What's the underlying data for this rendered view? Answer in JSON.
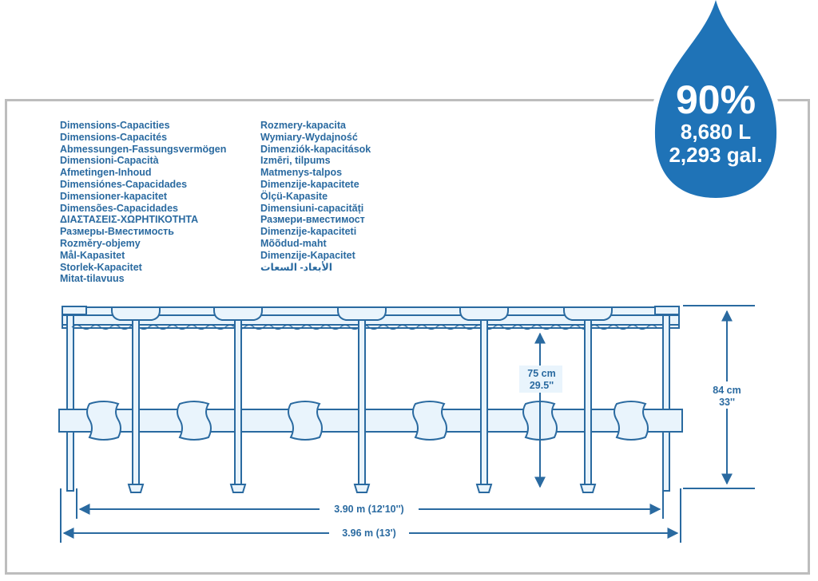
{
  "badge": {
    "percent": "90%",
    "liters": "8,680 L",
    "gallons": "2,293 gal."
  },
  "labels_left": [
    "Dimensions-Capacities",
    "Dimensions-Capacités",
    "Abmessungen-Fassungsvermögen",
    "Dimensioni-Capacità",
    "Afmetingen-Inhoud",
    "Dimensiónes-Capacidades",
    "Dimensioner-kapacitet",
    "Dimensões-Capacidades",
    "ΔΙΑΣΤΑΣΕΙΣ-ΧΩΡΗΤΙΚΟΤΗΤΑ",
    "Размеры-Вместимость",
    "Rozměry-objemy",
    "Mål-Kapasitet",
    "Storlek-Kapacitet",
    "Mitat-tilavuus"
  ],
  "labels_right": [
    "Rozmery-kapacita",
    "Wymiary-Wydajność",
    "Dimenziók-kapacitások",
    "Izmēri, tilpums",
    "Matmenys-talpos",
    "Dimenzije-kapacitete",
    "Ölçü-Kapasite",
    "Dimensiuni-capacități",
    "Размери-вместимост",
    "Dimenzije-kapaciteti",
    "Mõõdud-maht",
    "Dimenzije-Kapacitet",
    "الأبعاد- السعات"
  ],
  "dimensions": {
    "water_height_cm": "75 cm",
    "water_height_in": "29.5''",
    "wall_height_cm": "84 cm",
    "wall_height_in": "33''",
    "inner_width": "3.90 m (12'10'')",
    "outer_width": "3.96 m (13')"
  },
  "colors": {
    "primary": "#2a6aa0",
    "drop": "#1f73b7",
    "frame": "#bdbdbd",
    "pool_fill": "#e9f4fc"
  }
}
